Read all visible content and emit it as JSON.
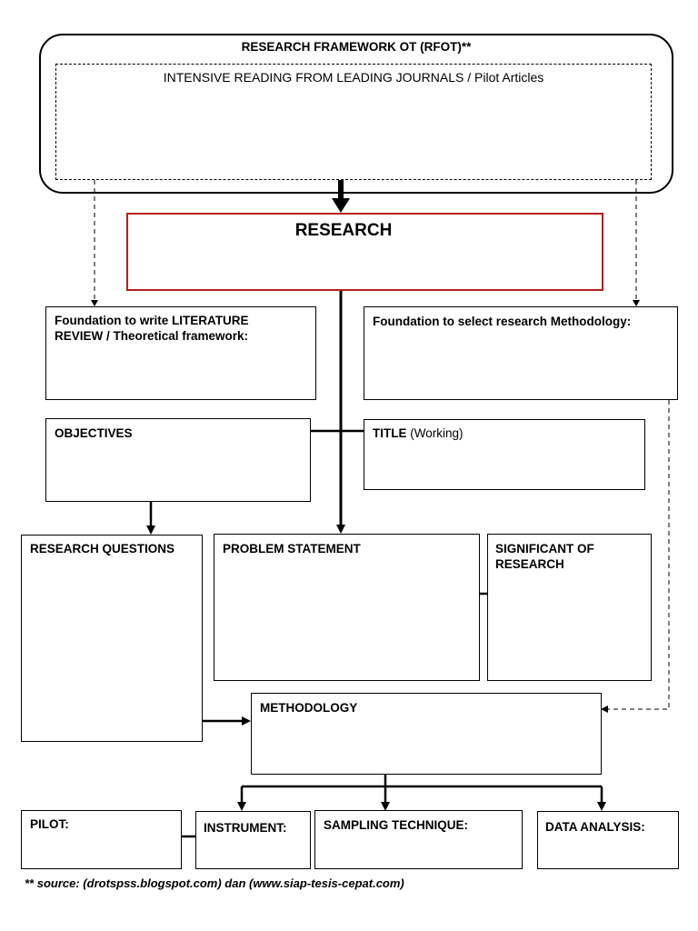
{
  "framework": {
    "title": "RESEARCH FRAMEWORK OT (RFOT)**",
    "subtitle": "INTENSIVE READING FROM LEADING JOURNALS / Pilot Articles"
  },
  "research": {
    "label": "RESEARCH"
  },
  "boxes": {
    "literature": "Foundation to write LITERATURE REVIEW / Theoretical framework:",
    "methodology_foundation": "Foundation to select research Methodology:",
    "objectives": "OBJECTIVES",
    "title_bold": "TITLE",
    "title_note": " (Working)",
    "research_questions": "RESEARCH QUESTIONS",
    "problem_statement": "PROBLEM STATEMENT",
    "significant": "SIGNIFICANT OF RESEARCH",
    "methodology": "METHODOLOGY",
    "pilot": "PILOT:",
    "instrument": "INSTRUMENT:",
    "sampling": "SAMPLING TECHNIQUE:",
    "data_analysis": "DATA ANALYSIS:"
  },
  "footer": {
    "source": "** source: (drotspss.blogspot.com)  dan (www.siap-tesis-cepat.com)"
  },
  "colors": {
    "research_border": "#b81c1c",
    "line": "#000000"
  }
}
